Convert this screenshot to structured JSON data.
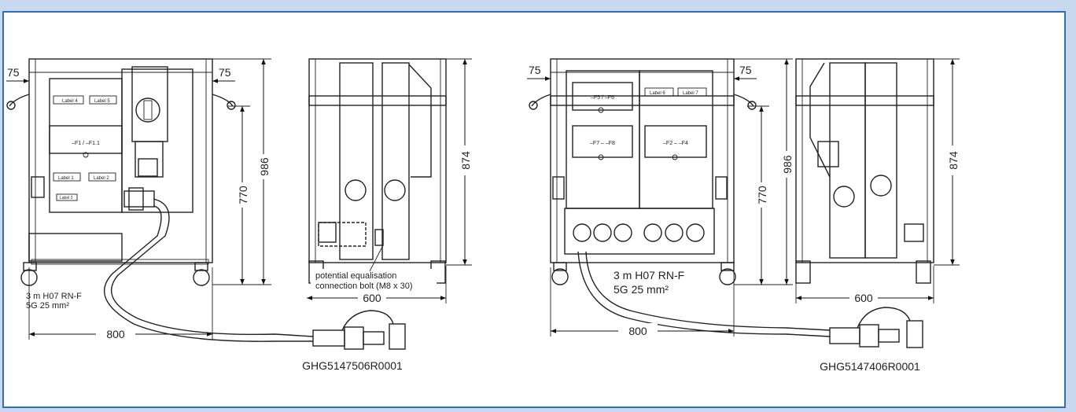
{
  "left_unit": {
    "dim_side_left": "75",
    "dim_side_right": "75",
    "dim_height_total": "986",
    "dim_height_body": "770",
    "dim_width": "800",
    "cable_line1": "3 m H07 RN-F",
    "cable_line2": "5G 25 mm²",
    "labels": [
      "Label 4",
      "Label 5",
      "Label 1",
      "Label 2",
      "Label 3"
    ],
    "breaker_label": "–F1  /  –F1.1",
    "part_number": "GHG5147506R0001"
  },
  "left_side_view": {
    "dim_height": "874",
    "dim_width": "600",
    "bolt_line1": "potential equalisation",
    "bolt_line2": "connection bolt (M8 x 30)"
  },
  "right_unit": {
    "dim_side_left": "75",
    "dim_side_right": "75",
    "dim_height_total": "986",
    "dim_height_body": "770",
    "dim_width": "800",
    "cable_line1": "3 m H07 RN-F",
    "cable_line2": "5G 25 mm²",
    "labels": [
      "Label 6",
      "Label 7"
    ],
    "breakers": [
      "–F5  /  –F6",
      "–F7  –  –F8",
      "–F2  –  –F4"
    ],
    "part_number": "GHG5147406R0001"
  },
  "right_side_view": {
    "dim_height": "874",
    "dim_width": "600"
  }
}
